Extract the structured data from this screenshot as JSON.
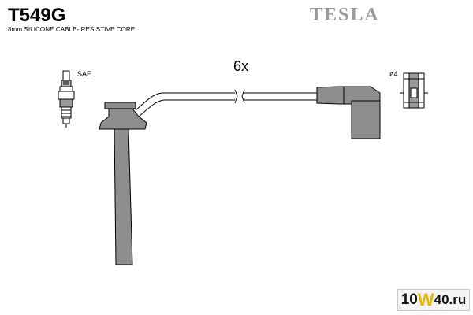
{
  "header": {
    "title": "T549G",
    "subtitle": "8mm SILICONE CABLE- RESISTIVE CORE",
    "brand": "TESLA"
  },
  "diagram": {
    "quantity": "6x",
    "spark_plug_label": "SAE",
    "terminal_label": "ø4"
  },
  "watermark": {
    "part1": "10",
    "part2": "W",
    "part3": "40.ru"
  },
  "colors": {
    "boot_fill": "#8e8e8e",
    "line": "#000000",
    "brand": "#9a9a9a",
    "watermark_accent": "#e5b400"
  }
}
